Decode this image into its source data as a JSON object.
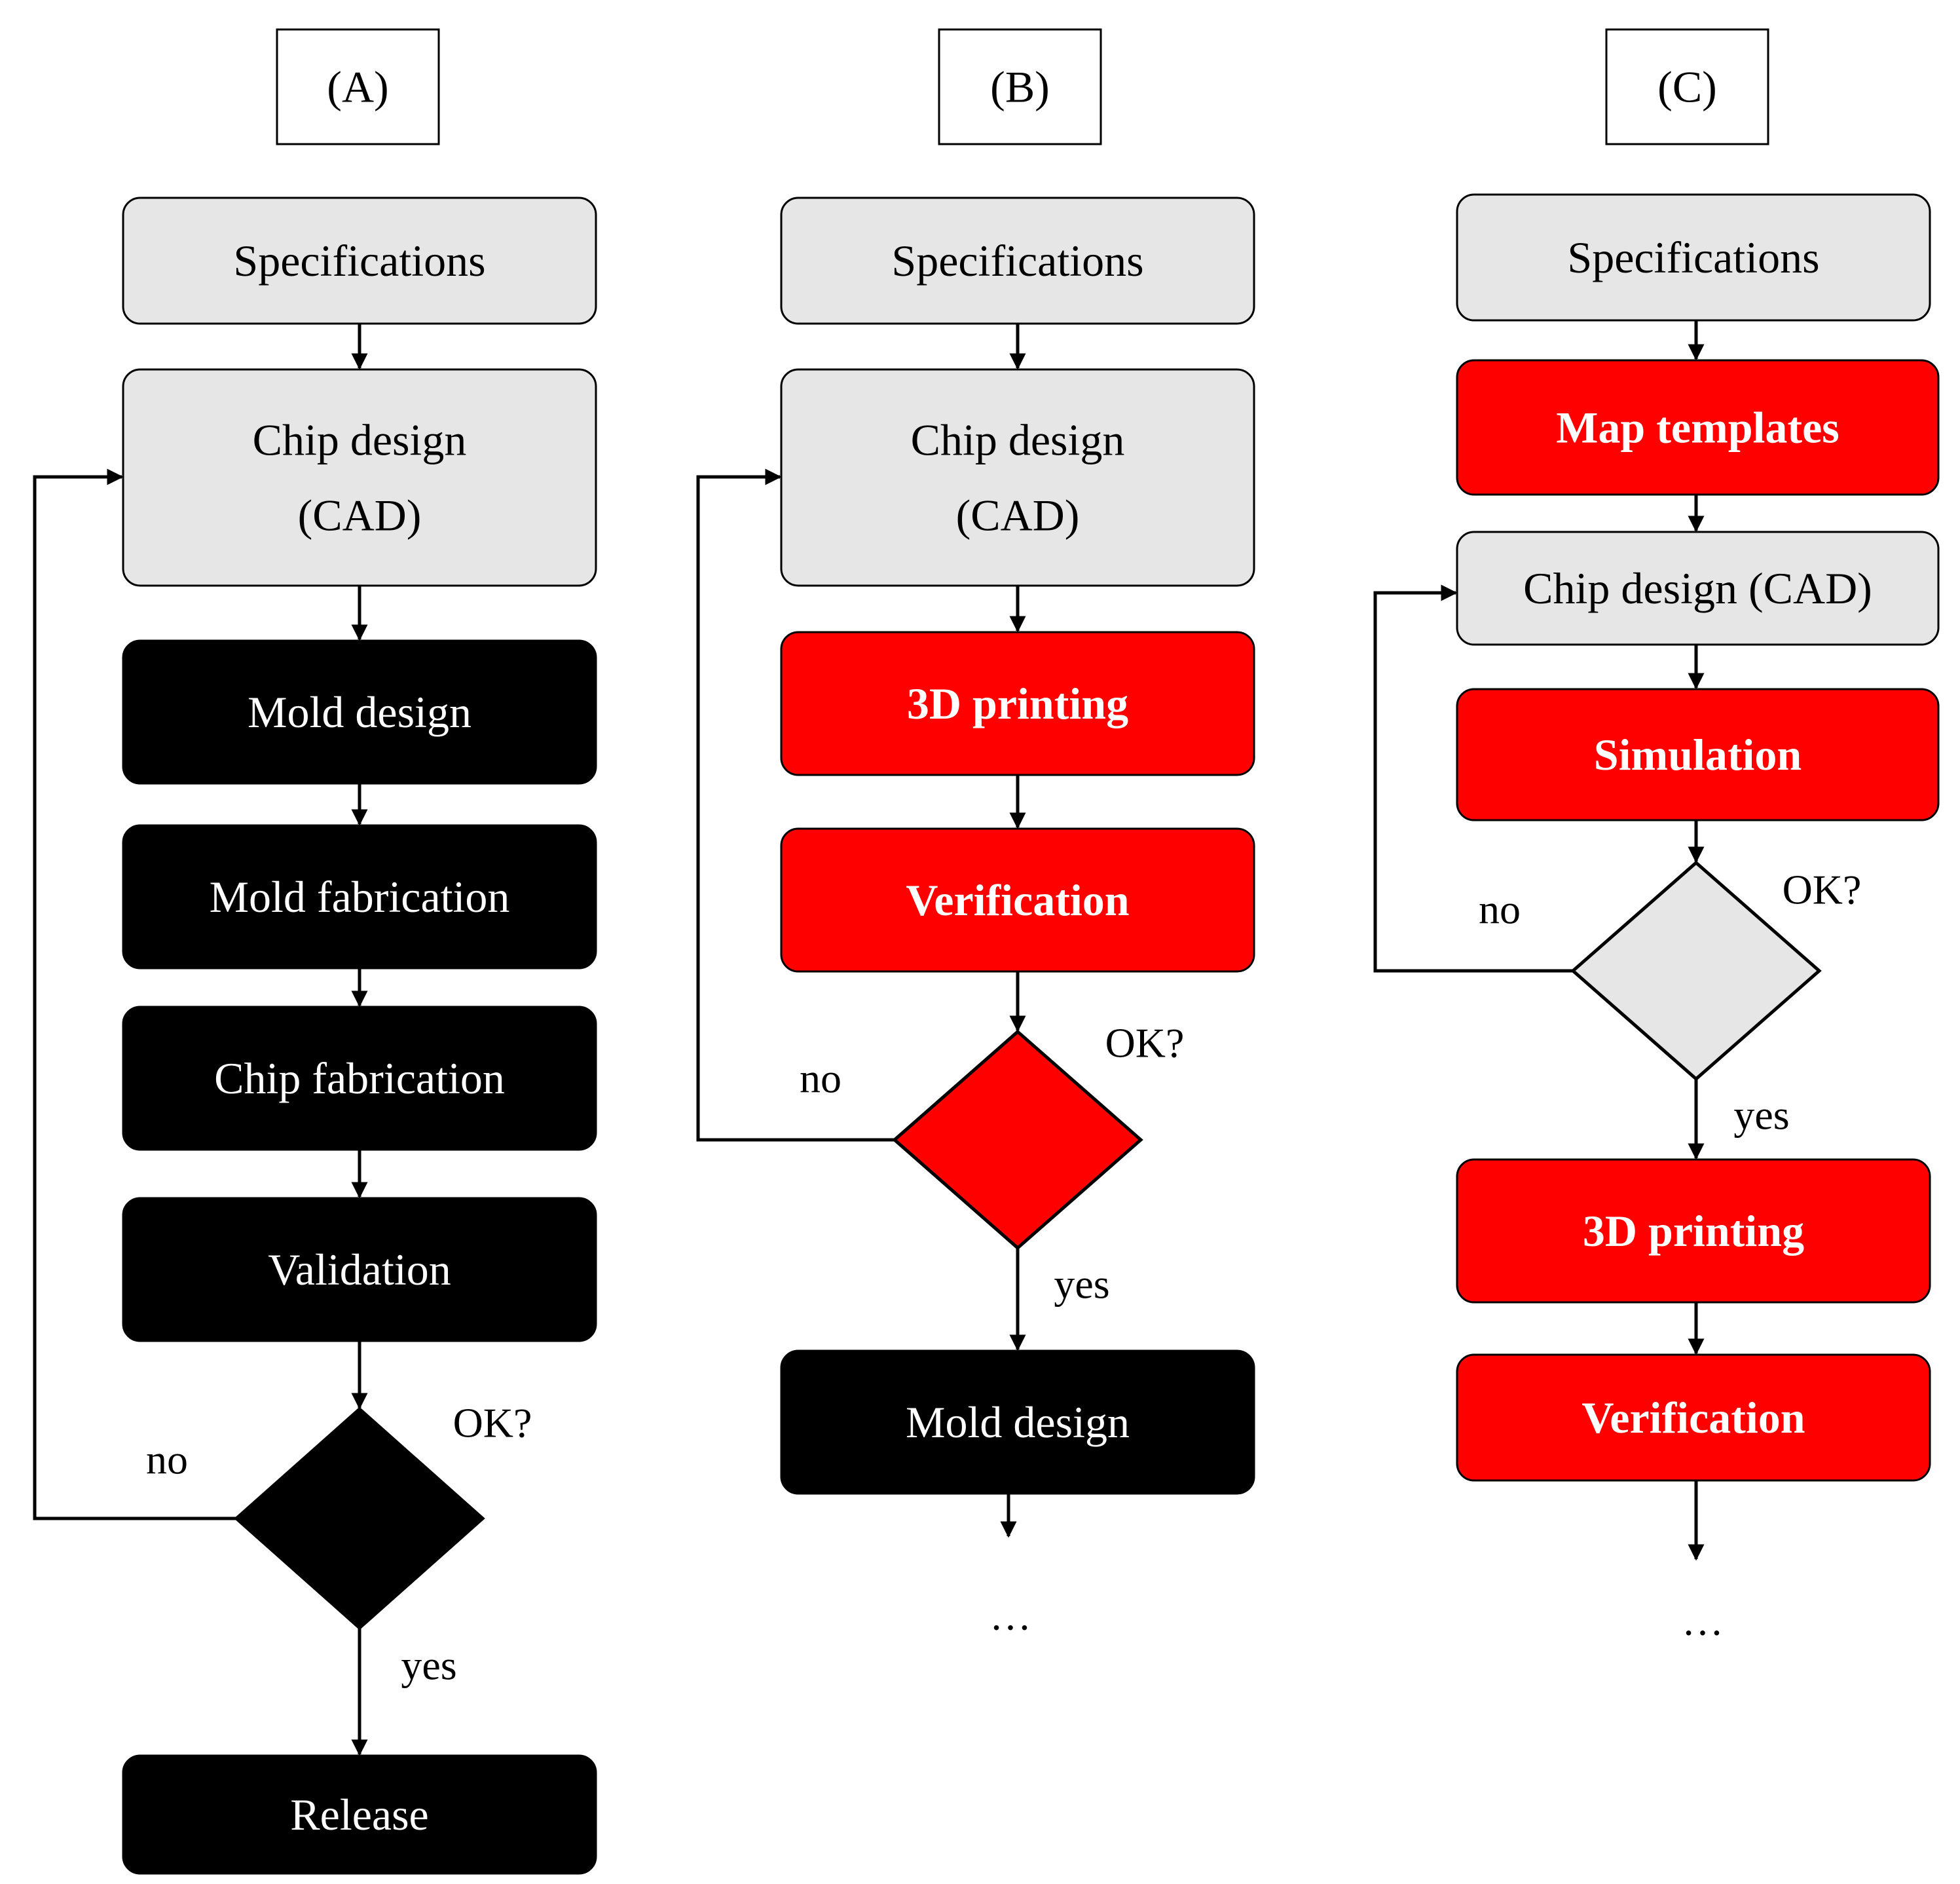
{
  "colors": {
    "gray": "#e6e6e6",
    "black": "#000000",
    "red": "#ff0000",
    "stroke": "#000000",
    "text_dark": "#000000",
    "text_light": "#ffffff"
  },
  "panels": [
    {
      "id": "A",
      "label": "(A)",
      "nodes": [
        {
          "id": "spec",
          "lines": [
            "Specifications"
          ],
          "style": "gray"
        },
        {
          "id": "cad",
          "lines": [
            "Chip design",
            "(CAD)"
          ],
          "style": "gray"
        },
        {
          "id": "mold-design",
          "lines": [
            "Mold design"
          ],
          "style": "black"
        },
        {
          "id": "mold-fab",
          "lines": [
            "Mold fabrication"
          ],
          "style": "black"
        },
        {
          "id": "chip-fab",
          "lines": [
            "Chip fabrication"
          ],
          "style": "black"
        },
        {
          "id": "validation",
          "lines": [
            "Validation"
          ],
          "style": "black"
        },
        {
          "id": "release",
          "lines": [
            "Release"
          ],
          "style": "black"
        }
      ],
      "decision": {
        "question": "OK?",
        "no": "no",
        "yes": "yes",
        "style": "black"
      },
      "continuation": ""
    },
    {
      "id": "B",
      "label": "(B)",
      "nodes": [
        {
          "id": "spec",
          "lines": [
            "Specifications"
          ],
          "style": "gray"
        },
        {
          "id": "cad",
          "lines": [
            "Chip design",
            "(CAD)"
          ],
          "style": "gray"
        },
        {
          "id": "print",
          "lines": [
            "3D printing"
          ],
          "style": "red"
        },
        {
          "id": "verify",
          "lines": [
            "Verification"
          ],
          "style": "red"
        },
        {
          "id": "mold-design",
          "lines": [
            "Mold design"
          ],
          "style": "black"
        }
      ],
      "decision": {
        "question": "OK?",
        "no": "no",
        "yes": "yes",
        "style": "red"
      },
      "continuation": "…"
    },
    {
      "id": "C",
      "label": "(C)",
      "nodes": [
        {
          "id": "spec",
          "lines": [
            "Specifications"
          ],
          "style": "gray"
        },
        {
          "id": "map",
          "lines": [
            "Map templates"
          ],
          "style": "red"
        },
        {
          "id": "cad",
          "lines": [
            "Chip design (CAD)"
          ],
          "style": "gray"
        },
        {
          "id": "sim",
          "lines": [
            "Simulation"
          ],
          "style": "red"
        },
        {
          "id": "print",
          "lines": [
            "3D printing"
          ],
          "style": "red"
        },
        {
          "id": "verify",
          "lines": [
            "Verification"
          ],
          "style": "red"
        }
      ],
      "decision": {
        "question": "OK?",
        "no": "no",
        "yes": "yes",
        "style": "gray"
      },
      "continuation": "…"
    }
  ]
}
